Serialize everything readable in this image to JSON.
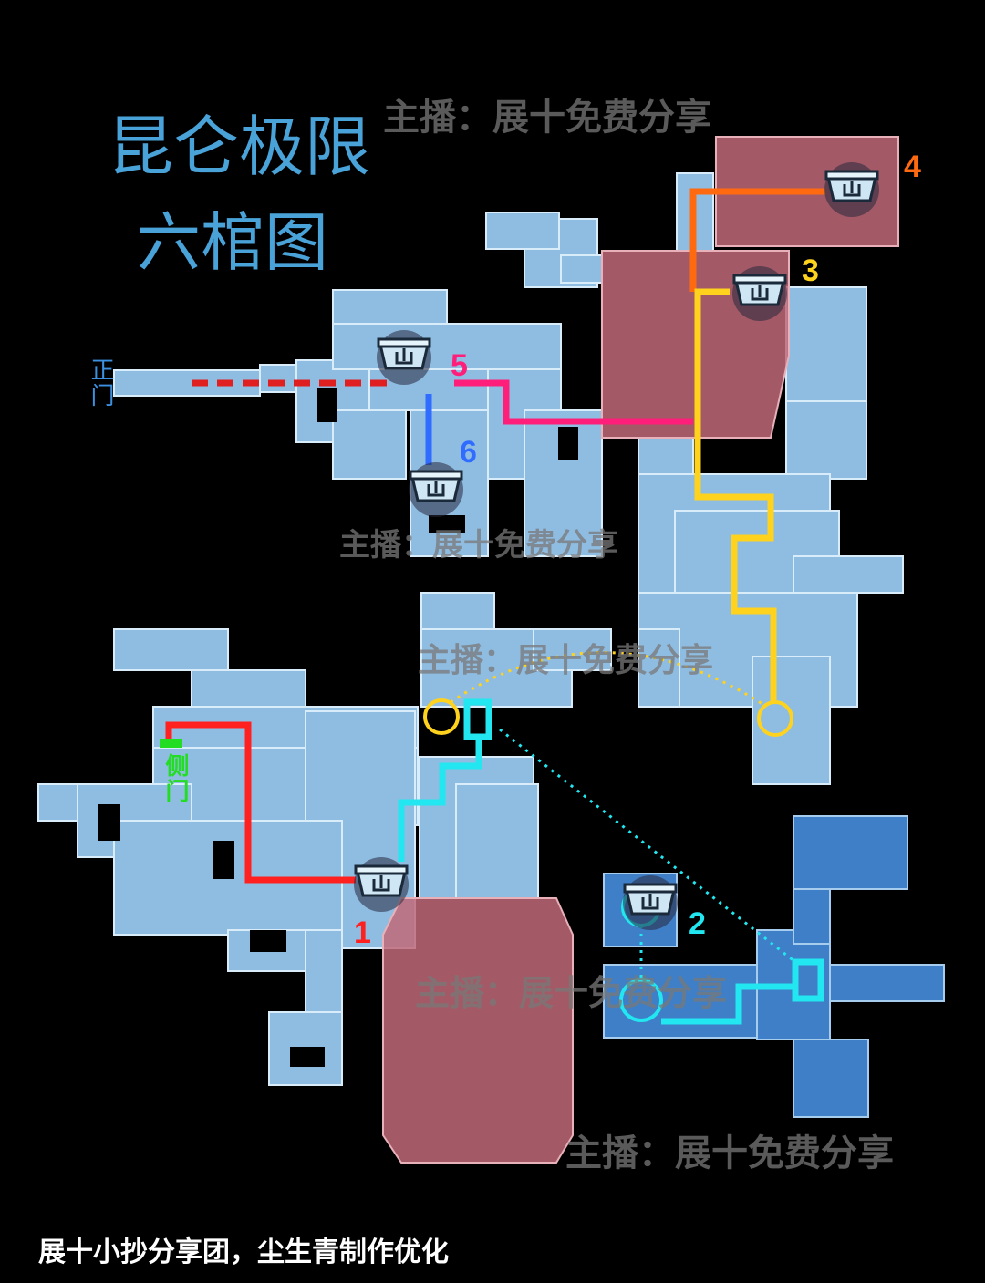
{
  "title": {
    "line1": "昆仑极限",
    "line2": "六棺图"
  },
  "watermark": "主播：展十免费分享",
  "entrances": {
    "main_gate": "正门",
    "side_gate": "侧门"
  },
  "coffins": [
    {
      "number": "1",
      "color": "#ff2020"
    },
    {
      "number": "2",
      "color": "#22e6f0"
    },
    {
      "number": "3",
      "color": "#ffd21e"
    },
    {
      "number": "4",
      "color": "#ff6a10"
    },
    {
      "number": "5",
      "color": "#ff1f7a"
    },
    {
      "number": "6",
      "color": "#2f6cff"
    }
  ],
  "route_colors": {
    "side_gate": "#22dd22",
    "main_gate": "#e02020",
    "room_fill": "#8fbde2",
    "room_dark": "#3f7fc8",
    "danger_zone": "#c06a78"
  },
  "icons": [
    "coffin-icon",
    "trap-icon"
  ],
  "credit": "展十小抄分享团，尘生青制作优化"
}
